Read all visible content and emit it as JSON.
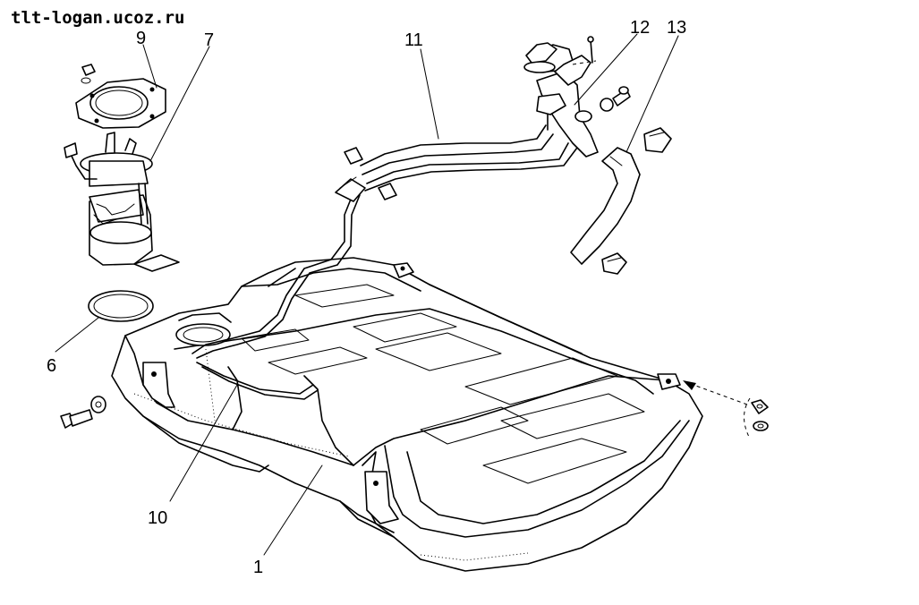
{
  "watermark": "tlt-logan.ucoz.ru",
  "labels": {
    "l1": "1",
    "l6": "6",
    "l7": "7",
    "l9": "9",
    "l10": "10",
    "l11": "11",
    "l12": "12",
    "l13": "13"
  }
}
